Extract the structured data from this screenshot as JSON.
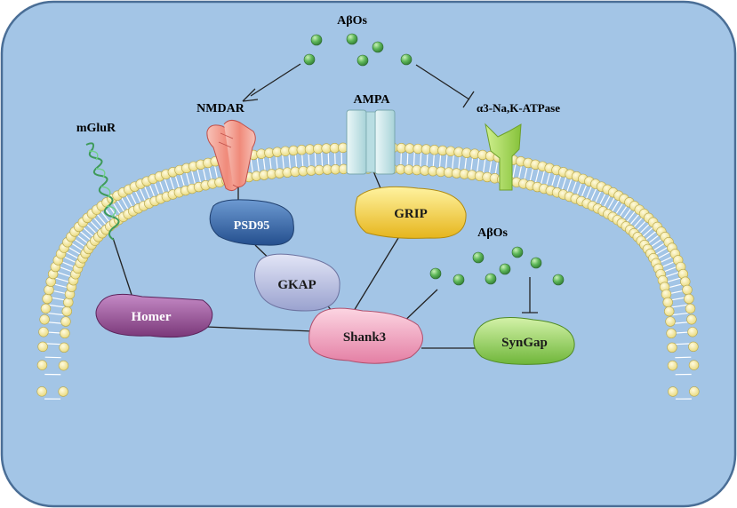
{
  "labels": {
    "abos_top": "AβOs",
    "abos_right": "AβOs",
    "nmdar": "NMDAR",
    "ampa": "AMPA",
    "atpase": "α3-Na,K-ATPase",
    "mglur": "mGluR"
  },
  "proteins": {
    "psd95": "PSD95",
    "grip": "GRIP",
    "gkap": "GKAP",
    "homer": "Homer",
    "shank3": "Shank3",
    "syngap": "SynGap"
  },
  "colors": {
    "background": "#a3c5e6",
    "border": "#4a6e96",
    "bead": "#f5ea9e",
    "bead_stroke": "#b8a84e",
    "abo": "#5fb85a",
    "psd95": "#3a6fb0",
    "grip": "#f2d23a",
    "gkap": "#b7bde0",
    "homer": "#9a4f9a",
    "shank3": "#f0a6c0",
    "syngap": "#8fd05a",
    "nmdar": "#f2a39a",
    "ampa": "#cfe9ec",
    "atpase": "#a8dc5a",
    "mglur": "#7fcf96"
  }
}
